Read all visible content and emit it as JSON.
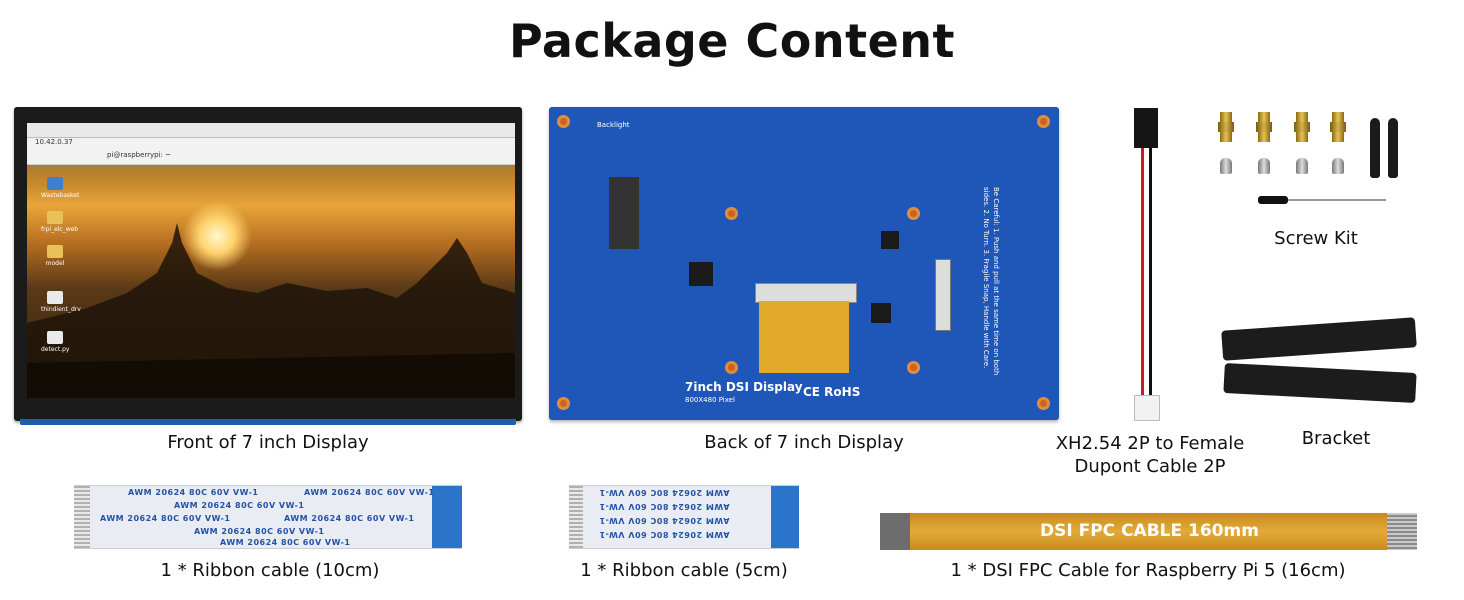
{
  "title": "Package Content",
  "items": {
    "front_display": {
      "caption": "Front of 7 inch Display",
      "tab_text": "pi@raspberrypi: ~",
      "ip_text": "10.42.0.37",
      "desktop_icons": [
        "Wastebasket",
        "frpi_elc_web",
        "model",
        "thindient_drv",
        "detect.py"
      ]
    },
    "back_display": {
      "caption": "Back of 7 inch Display",
      "board_title": "7inch DSI Display",
      "board_sub": "800X480 Pixel",
      "backlight_label": "Backlight",
      "warning_text": "Be Careful: 1. Push and pull at the same time on both sides. 2. No Turn. 3. Fragile Snap, Handle with Care.",
      "cert_text": "CE RoHS"
    },
    "dupont_cable": {
      "caption_line1": "XH2.54 2P to Female",
      "caption_line2": "Dupont Cable 2P"
    },
    "screw_kit": {
      "caption": "Screw Kit"
    },
    "bracket": {
      "caption": "Bracket"
    },
    "ribbon_10cm": {
      "caption": "1 * Ribbon cable (10cm)",
      "print": "AWM  20624  80C  60V  VW-1"
    },
    "ribbon_5cm": {
      "caption": "1 * Ribbon cable (5cm)",
      "print": "AWM  20624  80C  60V  VW-1"
    },
    "dsi_fpc": {
      "caption": "1 * DSI FPC Cable for Raspberry Pi 5 (16cm)",
      "print": "DSI FPC CABLE 160mm"
    }
  },
  "colors": {
    "board_blue": "#1f57b8",
    "ribbon_blue": "#2a74c9",
    "fpc_gold": "#e3aa38",
    "wire_red": "#d01818",
    "wire_black": "#111111"
  }
}
